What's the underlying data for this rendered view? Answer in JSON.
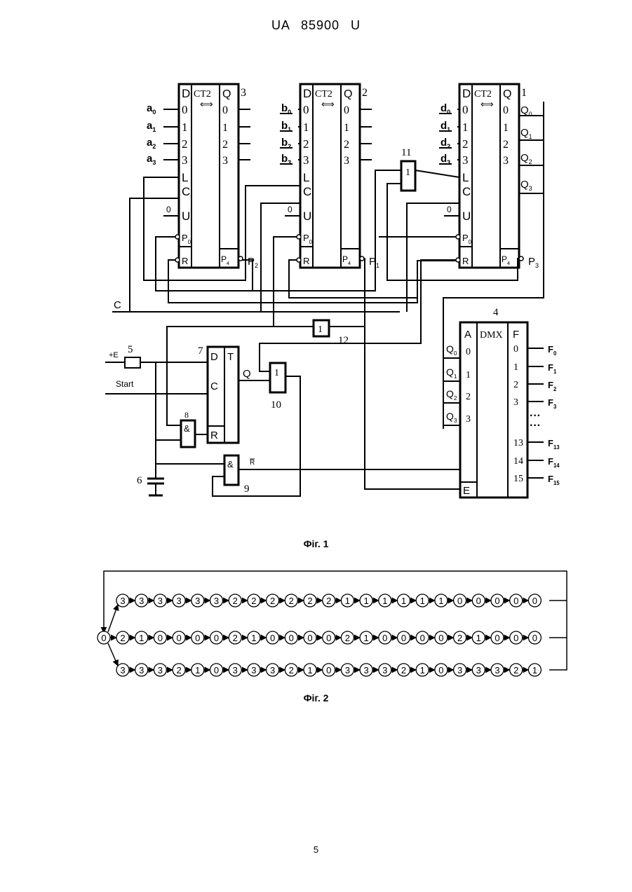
{
  "header": {
    "patent": "UA",
    "number": "85900",
    "kind": "U"
  },
  "figure1": {
    "caption": "Фіг. 1",
    "counters": [
      {
        "id": "3",
        "title": "CT2",
        "inputs": [
          "a0",
          "a1",
          "a2",
          "a3"
        ],
        "carry": "P2"
      },
      {
        "id": "2",
        "title": "CT2",
        "inputs": [
          "b0",
          "b1",
          "b2",
          "b3"
        ],
        "carry": "P1"
      },
      {
        "id": "1",
        "title": "CT2",
        "inputs": [
          "d0",
          "d1",
          "d2",
          "d3"
        ],
        "carry": "P3",
        "outputs": [
          "Q0",
          "Q1",
          "Q2",
          "Q3"
        ]
      }
    ],
    "counter_pins_left": [
      "D",
      "0",
      "1",
      "2",
      "3",
      "L",
      "C",
      "U",
      "P0",
      "R"
    ],
    "counter_pins_right": [
      "Q",
      "0",
      "1",
      "2",
      "3",
      "P4"
    ],
    "zero": "0",
    "dmx": {
      "id": "4",
      "title": "DMX",
      "a": "A",
      "f": "F",
      "e": "E",
      "inputs": [
        "Q0",
        "Q1",
        "Q2",
        "Q3"
      ],
      "addr": [
        "0",
        "1",
        "2",
        "3"
      ],
      "out_nums": [
        "0",
        "1",
        "2",
        "3",
        "13",
        "14",
        "15"
      ],
      "out_labels": [
        "F0",
        "F1",
        "F2",
        "F3",
        "F13",
        "F14",
        "F15"
      ],
      "ellipsis": "···"
    },
    "labels": {
      "c_bus": "C",
      "plus_e": "+E",
      "start": "Start",
      "q": "Q",
      "rbar": "R",
      "n5": "5",
      "n6": "6",
      "n7": "7",
      "n8": "8",
      "n9": "9",
      "n10": "10",
      "n11": "11",
      "n12": "12",
      "trigger": "T",
      "d": "D",
      "c": "C",
      "r": "R",
      "and": "&",
      "or": "1"
    }
  },
  "figure2": {
    "caption": "Фіг. 2",
    "start_node": "0",
    "rows": [
      [
        "3",
        "3",
        "3",
        "3",
        "3",
        "3",
        "2",
        "2",
        "2",
        "2",
        "2",
        "2",
        "1",
        "1",
        "1",
        "1",
        "1",
        "1",
        "0",
        "0",
        "0",
        "0",
        "0"
      ],
      [
        "2",
        "1",
        "0",
        "0",
        "0",
        "0",
        "2",
        "1",
        "0",
        "0",
        "0",
        "0",
        "2",
        "1",
        "0",
        "0",
        "0",
        "0",
        "2",
        "1",
        "0",
        "0",
        "0"
      ],
      [
        "3",
        "3",
        "3",
        "2",
        "1",
        "0",
        "3",
        "3",
        "3",
        "2",
        "1",
        "0",
        "3",
        "3",
        "3",
        "2",
        "1",
        "0",
        "3",
        "3",
        "3",
        "2",
        "1"
      ]
    ]
  },
  "page_number": "5"
}
